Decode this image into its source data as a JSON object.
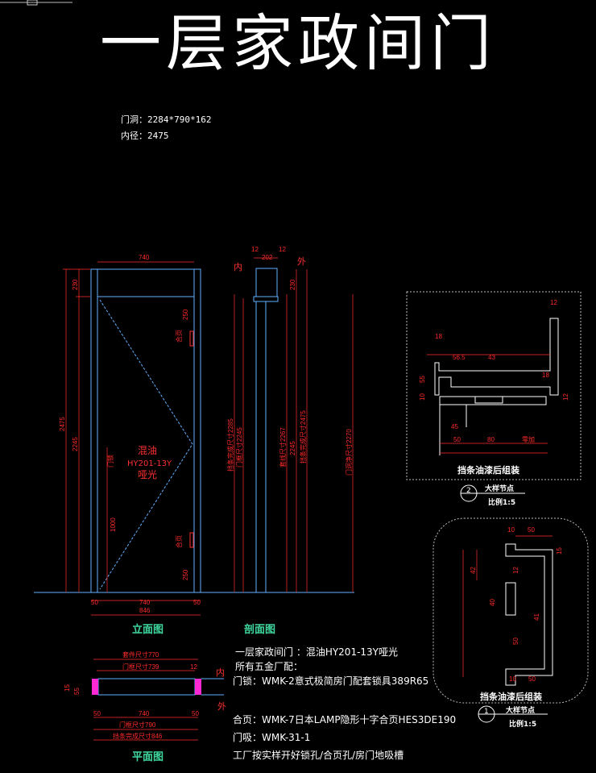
{
  "title": "一层家政间门",
  "specs": {
    "opening": "门洞：2284*790*162",
    "inner": "内径：2475"
  },
  "elevation": {
    "top_width": "740",
    "bottom_width": "740",
    "bottom_total": "846",
    "bottom_left": "50",
    "bottom_right": "50",
    "left_total": "2475",
    "left_door": "2245",
    "left_top": "230",
    "hinge_top": "250",
    "hinge_bottom": "250",
    "hinge_label": "合页",
    "handle_height": "1000",
    "handle_label": "门锁",
    "finish_line1": "混油",
    "finish_line2": "HY201-13Y",
    "finish_line3": "哑光",
    "view_label": "立面图"
  },
  "section": {
    "top_dims": [
      "12",
      "202",
      "12"
    ],
    "inside": "内",
    "outside": "外",
    "dim_top": "230",
    "vert_labels": [
      "挡条完成尺寸2285",
      "门框尺寸2245",
      "套线尺寸2267",
      "2245",
      "挡条完成尺寸2475",
      "门洞净尺寸2270"
    ],
    "view_label": "剖面图"
  },
  "plan": {
    "dims_top": [
      "套件尺寸770",
      "门框尺寸739"
    ],
    "dims_bottom": [
      "740",
      "门框尺寸790",
      "挡条完成尺寸846"
    ],
    "small": [
      "12",
      "50",
      "50",
      "15",
      "55"
    ],
    "inside": "内",
    "outside": "外",
    "view_label": "平面图"
  },
  "detail2": {
    "title": "挡条油漆后组装",
    "tag_num": "2",
    "tag_title": "大样节点",
    "tag_scale": "比例1:5",
    "dims": [
      "12",
      "18",
      "56.5",
      "43",
      "18",
      "55",
      "10",
      "12",
      "45",
      "50",
      "80",
      "零加"
    ]
  },
  "detail1": {
    "title": "挡条油漆后组装",
    "tag_num": "1",
    "tag_title": "大样节点",
    "tag_scale": "比例1:5",
    "dims": [
      "10",
      "50",
      "15",
      "42",
      "40",
      "12",
      "50",
      "41",
      "10",
      "50"
    ]
  },
  "notes": {
    "line1": "一层家政间门 ：混油HY201-13Y哑光",
    "line2": "所有五金厂配：",
    "line3": "门锁：WMK-2意式极简房门配套锁具389R65",
    "line4": "合页：WMK-7日本LAMP隐形十字合页HES3DE190",
    "line5": "门吸：WMK-31-1",
    "line6": "工厂按实样开好锁孔/合页孔/房门地吸槽"
  }
}
